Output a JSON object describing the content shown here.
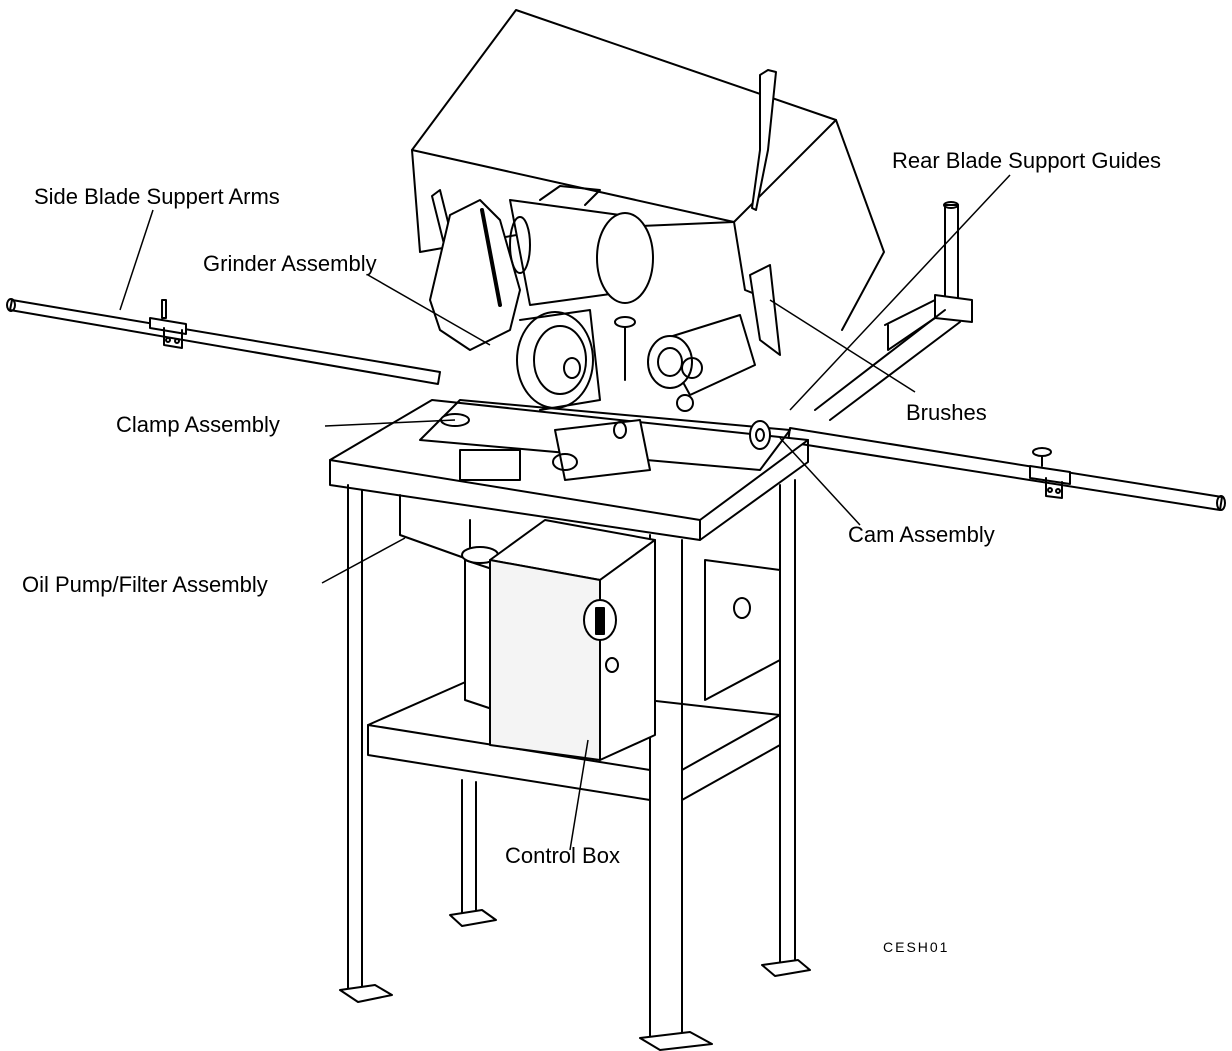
{
  "labels": {
    "side_blade_support_arms": "Side Blade Suppert Arms",
    "grinder_assembly": "Grinder Assembly",
    "clamp_assembly": "Clamp Assembly",
    "oil_pump_filter_assembly": "Oil Pump/Filter Assembly",
    "control_box": "Control Box",
    "rear_blade_support_guides": "Rear Blade Support Guides",
    "brushes": "Brushes",
    "cam_assembly": "Cam Assembly"
  },
  "figure_id": "CESH01",
  "colors": {
    "line": "#000000",
    "background": "#ffffff",
    "panel": "#f4f4f4"
  }
}
